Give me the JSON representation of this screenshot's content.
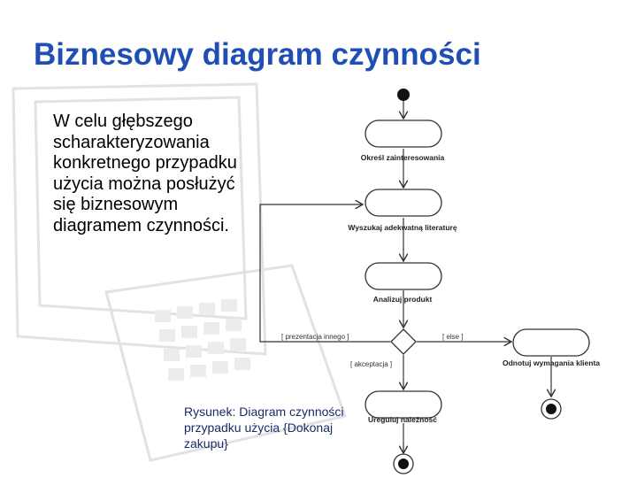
{
  "slide": {
    "title": "Biznesowy diagram czynności",
    "body": "W celu głębszego scharakteryzowania konkretnego przypadku użycia można posłużyć się biznesowym diagramem czynności.",
    "caption": "Rysunek: Diagram czynności przypadku użycia {Dokonaj zakupu}"
  },
  "diagram": {
    "activities": [
      "Określ zainteresowania",
      "Wyszukaj adekwatną literaturę",
      "Analizuj produkt",
      "Ureguluj należność",
      "Odnotuj wymagania klienta"
    ],
    "guards": {
      "other": "[ prezentacja innego ]",
      "else": "[ else ]",
      "accept": "[ akceptacja ]"
    }
  },
  "colors": {
    "title": "#1f4fb4",
    "caption": "#1a2a66"
  }
}
